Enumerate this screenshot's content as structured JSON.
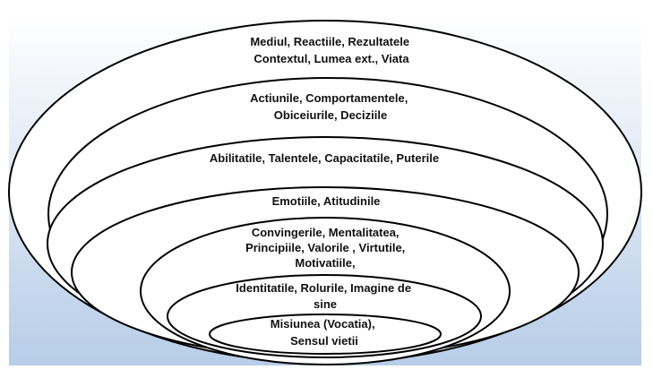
{
  "diagram": {
    "background": {
      "top_color": "#ffffff",
      "bottom_color": "#b7cde8"
    },
    "layers": [
      {
        "id": "environment",
        "lines": [
          "Mediul, Reactiile, Rezultatele",
          "Contextul, Lumea ext., Viata"
        ]
      },
      {
        "id": "actions",
        "lines": [
          "Actiunile, Comportamentele,",
          "Obiceiurile, Deciziile"
        ]
      },
      {
        "id": "abilities",
        "lines": [
          "Abilitatile, Talentele, Capacitatile, Puterile"
        ]
      },
      {
        "id": "emotions",
        "lines": [
          "Emotiile, Atitudinile"
        ]
      },
      {
        "id": "beliefs",
        "lines": [
          "Convingerile, Mentalitatea,",
          "Principiile, Valorile , Virtutile,",
          "Motivatiile,"
        ]
      },
      {
        "id": "identity",
        "lines": [
          "Identitatile, Rolurile, Imagine de",
          "sine"
        ]
      },
      {
        "id": "mission",
        "lines": [
          "Misiunea (Vocatia),",
          "Sensul vietii"
        ]
      }
    ]
  }
}
